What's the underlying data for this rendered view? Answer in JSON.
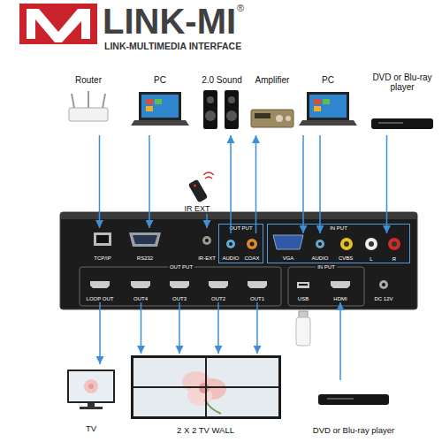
{
  "diagram": {
    "nodes": [
      {
        "text": [
          "Router"
        ]
      },
      {
        "text": [
          "PC"
        ]
      },
      {
        "text": [
          "2.0 Sound"
        ]
      },
      {
        "text": [
          "Amplifier"
        ]
      },
      {
        "text": [
          "PC"
        ]
      },
      {
        "text": [
          "DVD or Blu-ray player"
        ]
      },
      {
        "text": [
          "IR EXT"
        ]
      },
      {
        "text": [
          "TCP/IP"
        ]
      },
      {
        "text": [
          "RS232"
        ]
      },
      {
        "text": [
          "IR-EXT"
        ]
      },
      {
        "text": [
          "OUT PUT"
        ]
      },
      {
        "text": [
          "AUDIO"
        ],
        "in": 10
      },
      {
        "text": [
          "COAX"
        ],
        "in": 10
      },
      {
        "text": [
          "IN PUT"
        ]
      },
      {
        "text": [
          "VGA"
        ],
        "in": 13
      },
      {
        "text": [
          "AUDIO"
        ],
        "in": 13
      },
      {
        "text": [
          "CVBS"
        ],
        "in": 13
      },
      {
        "text": [
          "LOOP OUT"
        ]
      },
      {
        "text": [
          "OUT4"
        ]
      },
      {
        "text": [
          "OUT3"
        ]
      },
      {
        "text": [
          "OUT2"
        ]
      },
      {
        "text": [
          "OUT1"
        ]
      },
      {
        "text": [
          "USB"
        ]
      },
      {
        "text": [
          "HDMI"
        ]
      },
      {
        "text": [
          "DC 12V"
        ]
      },
      {
        "text": [
          "TV"
        ]
      },
      {
        "text": [
          "2 X 2 TV WALL"
        ]
      },
      {
        "text": [
          "DVD or Blu-ray player"
        ]
      }
    ],
    "edges": [
      {
        "from": 0,
        "to": 7,
        "arrow": "to"
      },
      {
        "from": 1,
        "to": 8,
        "arrow": "to"
      },
      {
        "from": 11,
        "to": 2,
        "arrow": "to"
      },
      {
        "from": 12,
        "to": 3,
        "arrow": "to"
      },
      {
        "from": 4,
        "to": 14,
        "arrow": "to"
      },
      {
        "from": 4,
        "to": 15,
        "arrow": "to"
      },
      {
        "from": 5,
        "to": 16,
        "arrow": "to"
      },
      {
        "from": 6,
        "to": 9,
        "arrow": "to"
      },
      {
        "from": 17,
        "to": 25,
        "arrow": "to"
      },
      {
        "from": 18,
        "to": 26,
        "arrow": "to"
      },
      {
        "from": 19,
        "to": 26,
        "arrow": "to"
      },
      {
        "from": 20,
        "to": 26,
        "arrow": "to"
      },
      {
        "from": 21,
        "to": 26,
        "arrow": "to"
      },
      {
        "from": 27,
        "to": 23,
        "arrow": "to"
      }
    ],
    "labels": [
      "LINK-MI",
      "®",
      "LINK-MULTIMEDIA INTERFACE",
      "L",
      "R",
      "OUT PUT",
      "IN PUT"
    ]
  }
}
